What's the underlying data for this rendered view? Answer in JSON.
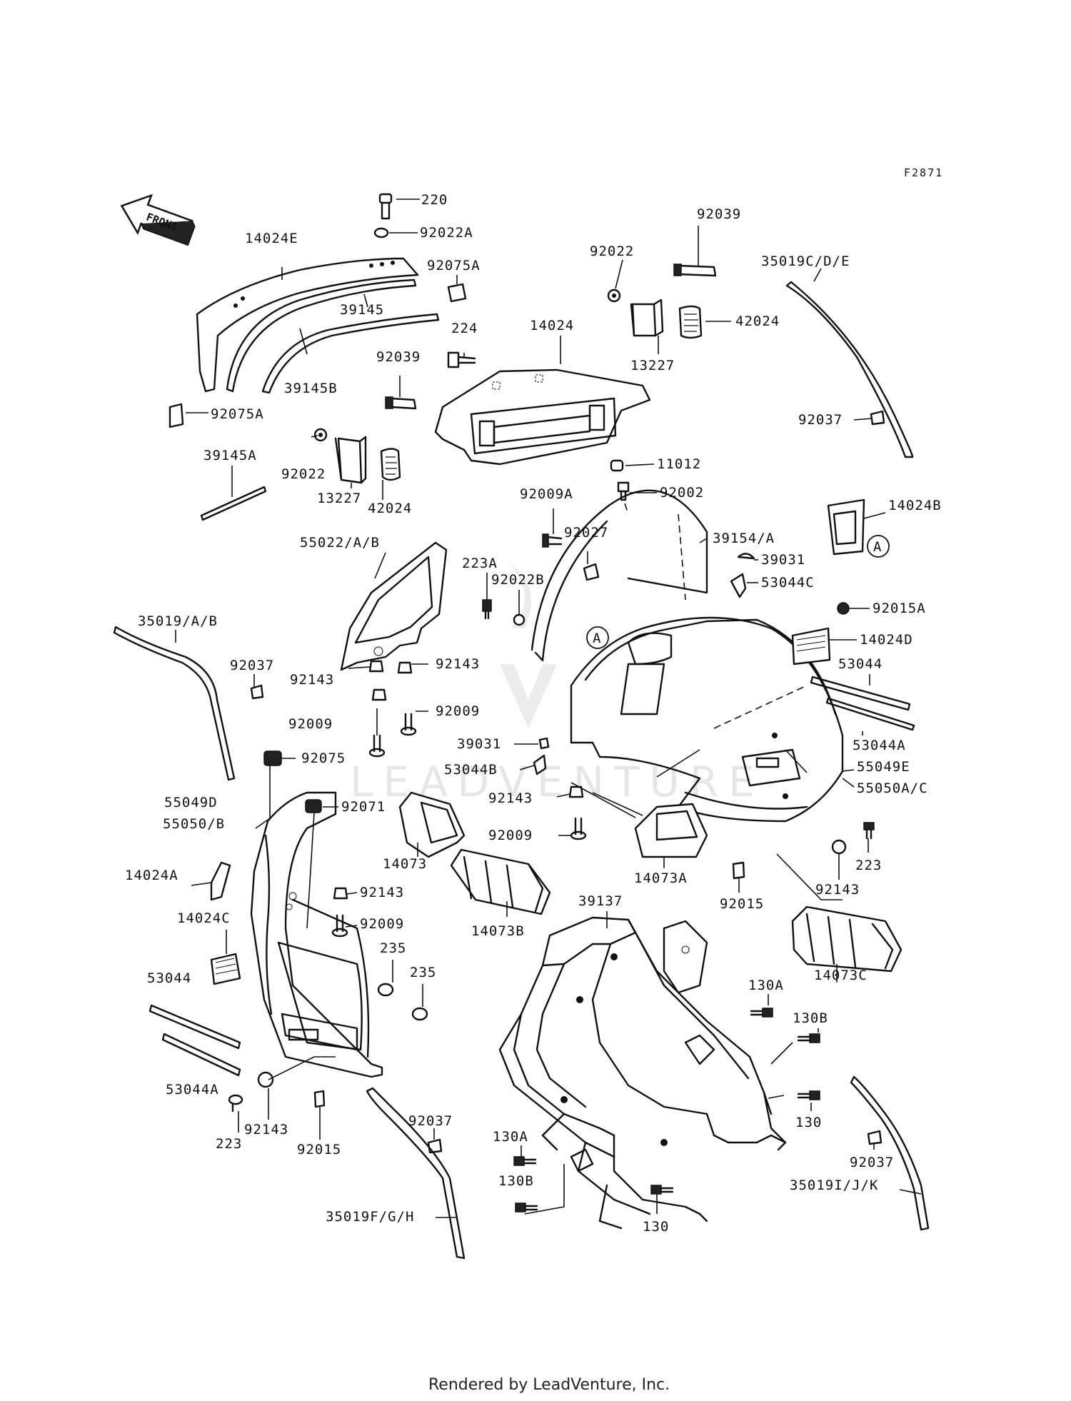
{
  "figure_code": "F2871",
  "front_arrow": "FRONT",
  "callouts": [
    {
      "id": "c220",
      "text": "220"
    },
    {
      "id": "c92022A",
      "text": "92022A"
    },
    {
      "id": "c14024E",
      "text": "14024E"
    },
    {
      "id": "c92075A_top",
      "text": "92075A"
    },
    {
      "id": "c39145",
      "text": "39145"
    },
    {
      "id": "c39145B",
      "text": "39145B"
    },
    {
      "id": "c92075A_left",
      "text": "92075A"
    },
    {
      "id": "c39145A",
      "text": "39145A"
    },
    {
      "id": "c224",
      "text": "224"
    },
    {
      "id": "c14024",
      "text": "14024"
    },
    {
      "id": "c92039_mid",
      "text": "92039"
    },
    {
      "id": "c92022_mid",
      "text": "92022"
    },
    {
      "id": "c13227_mid",
      "text": "13227"
    },
    {
      "id": "c42024_mid",
      "text": "42024"
    },
    {
      "id": "c92039_top",
      "text": "92039"
    },
    {
      "id": "c92022_top",
      "text": "92022"
    },
    {
      "id": "c42024_top",
      "text": "42024"
    },
    {
      "id": "c13227_top",
      "text": "13227"
    },
    {
      "id": "c35019CDE",
      "text": "35019C/D/E"
    },
    {
      "id": "c92037_right",
      "text": "92037"
    },
    {
      "id": "c11012",
      "text": "11012"
    },
    {
      "id": "c92002",
      "text": "92002"
    },
    {
      "id": "c92009A",
      "text": "92009A"
    },
    {
      "id": "c92027",
      "text": "92027"
    },
    {
      "id": "c39154A",
      "text": "39154/A"
    },
    {
      "id": "c39031_top",
      "text": "39031"
    },
    {
      "id": "c53044C",
      "text": "53044C"
    },
    {
      "id": "c14024B",
      "text": "14024B"
    },
    {
      "id": "c92015A",
      "text": "92015A"
    },
    {
      "id": "c14024D",
      "text": "14024D"
    },
    {
      "id": "c53044_right",
      "text": "53044"
    },
    {
      "id": "c53044A_right",
      "text": "53044A"
    },
    {
      "id": "c55049E",
      "text": "55049E"
    },
    {
      "id": "c55050AC",
      "text": "55050A/C"
    },
    {
      "id": "c55022AB",
      "text": "55022/A/B"
    },
    {
      "id": "c223A",
      "text": "223A"
    },
    {
      "id": "c92022B",
      "text": "92022B"
    },
    {
      "id": "c35019AB",
      "text": "35019/A/B"
    },
    {
      "id": "c92037_left",
      "text": "92037"
    },
    {
      "id": "c92143_a",
      "text": "92143"
    },
    {
      "id": "c92143_b",
      "text": "92143"
    },
    {
      "id": "c92009_a",
      "text": "92009"
    },
    {
      "id": "c92009_b",
      "text": "92009"
    },
    {
      "id": "c39031_mid",
      "text": "39031"
    },
    {
      "id": "c53044B",
      "text": "53044B"
    },
    {
      "id": "c92143_c",
      "text": "92143"
    },
    {
      "id": "c92009_c",
      "text": "92009"
    },
    {
      "id": "c92075",
      "text": "92075"
    },
    {
      "id": "c55049D",
      "text": "55049D"
    },
    {
      "id": "c55050B",
      "text": "55050/B"
    },
    {
      "id": "c92071",
      "text": "92071"
    },
    {
      "id": "c14073",
      "text": "14073"
    },
    {
      "id": "c14073A",
      "text": "14073A"
    },
    {
      "id": "c223_right",
      "text": "223"
    },
    {
      "id": "c92143_right",
      "text": "92143"
    },
    {
      "id": "c92015_right",
      "text": "92015"
    },
    {
      "id": "c14024A",
      "text": "14024A"
    },
    {
      "id": "c92143_d",
      "text": "92143"
    },
    {
      "id": "c92009_d",
      "text": "92009"
    },
    {
      "id": "c14024C",
      "text": "14024C"
    },
    {
      "id": "c14073B",
      "text": "14073B"
    },
    {
      "id": "c39137",
      "text": "39137"
    },
    {
      "id": "c235_a",
      "text": "235"
    },
    {
      "id": "c235_b",
      "text": "235"
    },
    {
      "id": "c53044_left",
      "text": "53044"
    },
    {
      "id": "c53044A_left",
      "text": "53044A"
    },
    {
      "id": "c14073C",
      "text": "14073C"
    },
    {
      "id": "c130A_right",
      "text": "130A"
    },
    {
      "id": "c130B_right",
      "text": "130B"
    },
    {
      "id": "c130_right",
      "text": "130"
    },
    {
      "id": "c223_left",
      "text": "223"
    },
    {
      "id": "c92143_bottom",
      "text": "92143"
    },
    {
      "id": "c92015_bottom",
      "text": "92015"
    },
    {
      "id": "c92037_bottom",
      "text": "92037"
    },
    {
      "id": "c35019FGH",
      "text": "35019F/G/H"
    },
    {
      "id": "c130A_bottom",
      "text": "130A"
    },
    {
      "id": "c130B_bottom",
      "text": "130B"
    },
    {
      "id": "c130_bottom",
      "text": "130"
    },
    {
      "id": "c92037_br",
      "text": "92037"
    },
    {
      "id": "c35019IJK",
      "text": "35019I/J/K"
    }
  ],
  "ref_markers": [
    "A",
    "A"
  ],
  "watermark": "LEADVENTURE",
  "footer": "Rendered by LeadVenture, Inc."
}
